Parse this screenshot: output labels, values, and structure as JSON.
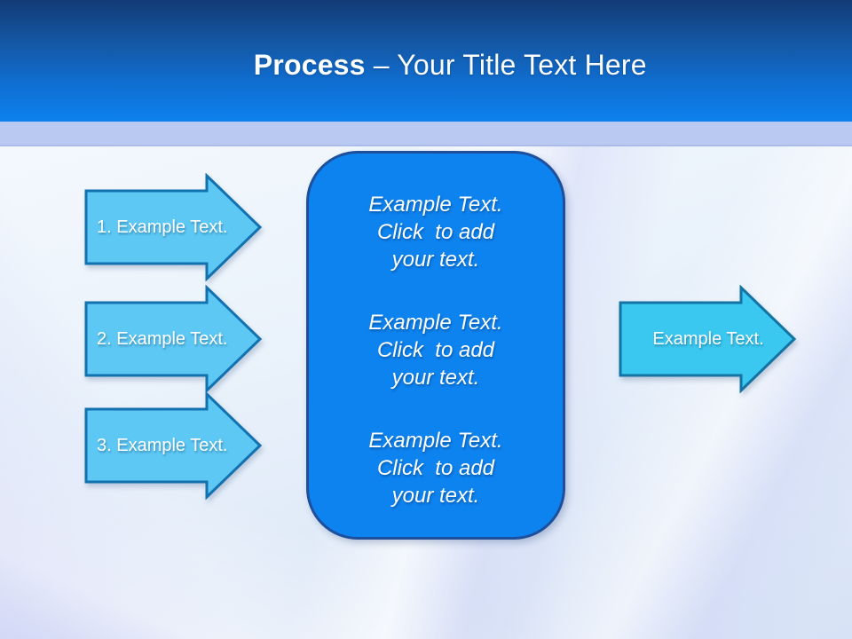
{
  "title": {
    "bold_part": "Process",
    "regular_part": " – Your Title Text Here"
  },
  "steps": [
    {
      "label": "1. Example Text."
    },
    {
      "label": "2. Example Text."
    },
    {
      "label": "3. Example Text."
    }
  ],
  "center_box": {
    "blocks": [
      {
        "lines": [
          "Example Text.",
          "Click  to add",
          "your text."
        ]
      },
      {
        "lines": [
          "Example Text.",
          "Click  to add",
          "your text."
        ]
      },
      {
        "lines": [
          "Example Text.",
          "Click  to add",
          "your text."
        ]
      }
    ]
  },
  "output_arrow": {
    "label": "Example Text."
  },
  "colors": {
    "header_top": "#123b76",
    "header_bottom": "#0d81ee",
    "divider_stripe": "#b9c9f1",
    "body_background": "#e8f0fa",
    "process_box_fill": "#0d83f0",
    "process_box_border": "#1d4f9c",
    "step_arrow_fill": "#5ec8f5",
    "step_arrow_border": "#1272b0",
    "output_arrow_fill": "#3ac8f0",
    "output_arrow_border": "#1374a4",
    "text_on_shapes": "#ffffff"
  }
}
